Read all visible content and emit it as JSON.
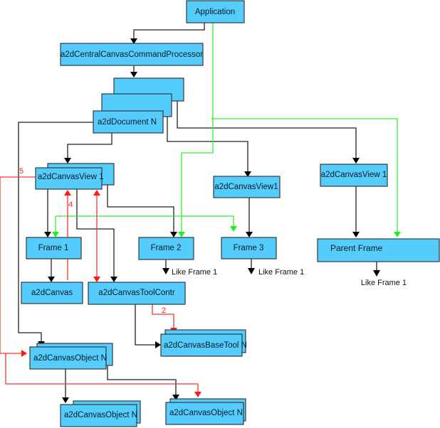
{
  "diagram": {
    "colors": {
      "box_fill": "#55cdfc",
      "box_border": "#333a40",
      "ownership_line": "#222222",
      "frame_link_line": "#33ee33",
      "event_line": "#ff3030"
    },
    "nodes": {
      "application": "Application",
      "command_processor": "a2dCentralCanvasCommandProcessor",
      "document": "a2dDocument N",
      "canvas_view_left": "a2dCanvasView 1",
      "canvas_view_mid": "a2dCanvasView1",
      "canvas_view_right": "a2dCanvasView 1",
      "frame1": "Frame 1",
      "frame2": "Frame 2",
      "frame3": "Frame 3",
      "parent_frame": "Parent Frame",
      "canvas": "a2dCanvas",
      "tool_controller": "a2dCanvasToolContr",
      "base_tool": "a2dCanvasBaseTool N",
      "canvas_object_top": "a2dCanvasObject N",
      "canvas_object_bottom_left": "a2dCanvasObject N",
      "canvas_object_bottom_right": "a2dCanvasObject N"
    },
    "notes": {
      "frame2_like": "Like Frame 1",
      "frame3_like": "Like Frame 1",
      "parent_frame_like": "Like Frame 1"
    },
    "edge_numbers": {
      "view_to_objects": "5",
      "canvas_to_view": "4",
      "toolcontr_to_basetool": "2"
    }
  }
}
